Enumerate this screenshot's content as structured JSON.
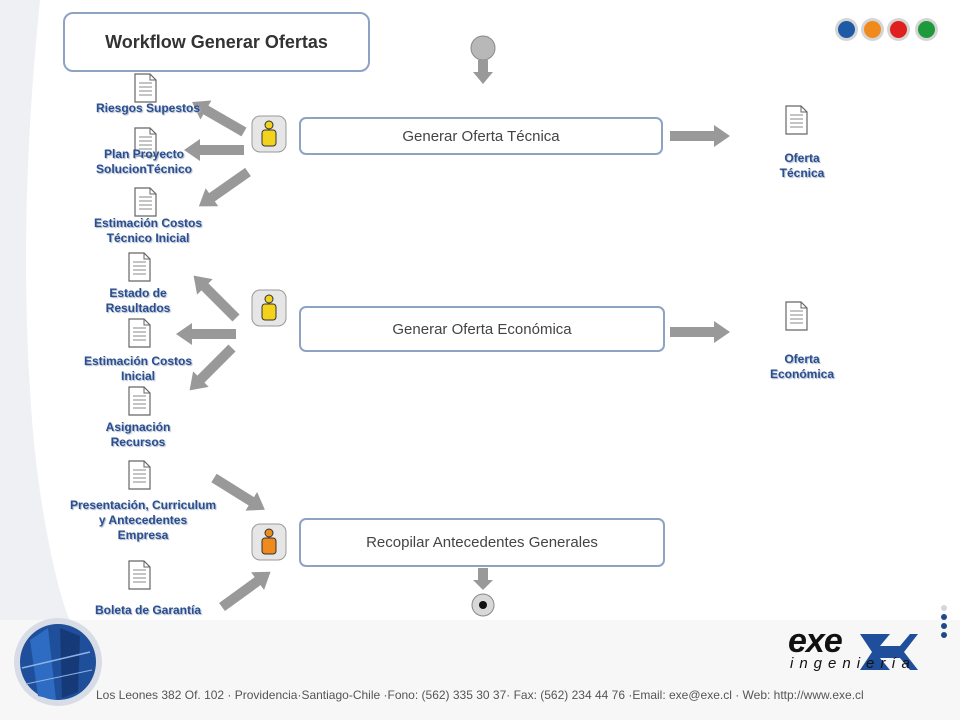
{
  "slide": {
    "title": "Workflow Generar Ofertas",
    "activities": [
      "Generar Oferta Técnica",
      "Generar Oferta Económica",
      "Recopilar Antecedentes Generales"
    ],
    "input_documents": [
      [
        "Riesgos Supestos"
      ],
      [
        "Plan Proyecto",
        "SolucionTécnico"
      ],
      [
        "Estimación Costos",
        "Técnico Inicial"
      ],
      [
        "Estado de",
        "Resultados"
      ],
      [
        "Estimación Costos",
        "Inicial"
      ],
      [
        "Asignación",
        "Recursos"
      ],
      [
        "Presentación, Curriculum",
        "y Antecedentes",
        "Empresa"
      ],
      [
        "Boleta de Garantía"
      ]
    ],
    "output_documents": [
      [
        "Oferta",
        "Técnica"
      ],
      [
        "Oferta",
        "Económica"
      ]
    ],
    "footer": "Los Leones 382 Of. 102 · Providencia·Santiago-Chile ·Fono: (562) 335 30 37· Fax: (562) 234 44 76 ·Email: exe@exe.cl · Web: http://www.exe.cl",
    "logo": {
      "text": "exe",
      "subtext": "ingeniería"
    },
    "corner_dots": [
      "#1f5aa6",
      "#f08a1c",
      "#e0201e",
      "#1e9a3a"
    ],
    "colors": {
      "accent": "#2a4e8f",
      "box_border": "#8ea3c4",
      "actor_yellow": "#f2d21c",
      "actor_orange": "#f08a1c"
    },
    "icons": {
      "actor": "person-icon",
      "document": "document-icon",
      "start": "start-node-icon",
      "end": "end-node-icon"
    }
  }
}
